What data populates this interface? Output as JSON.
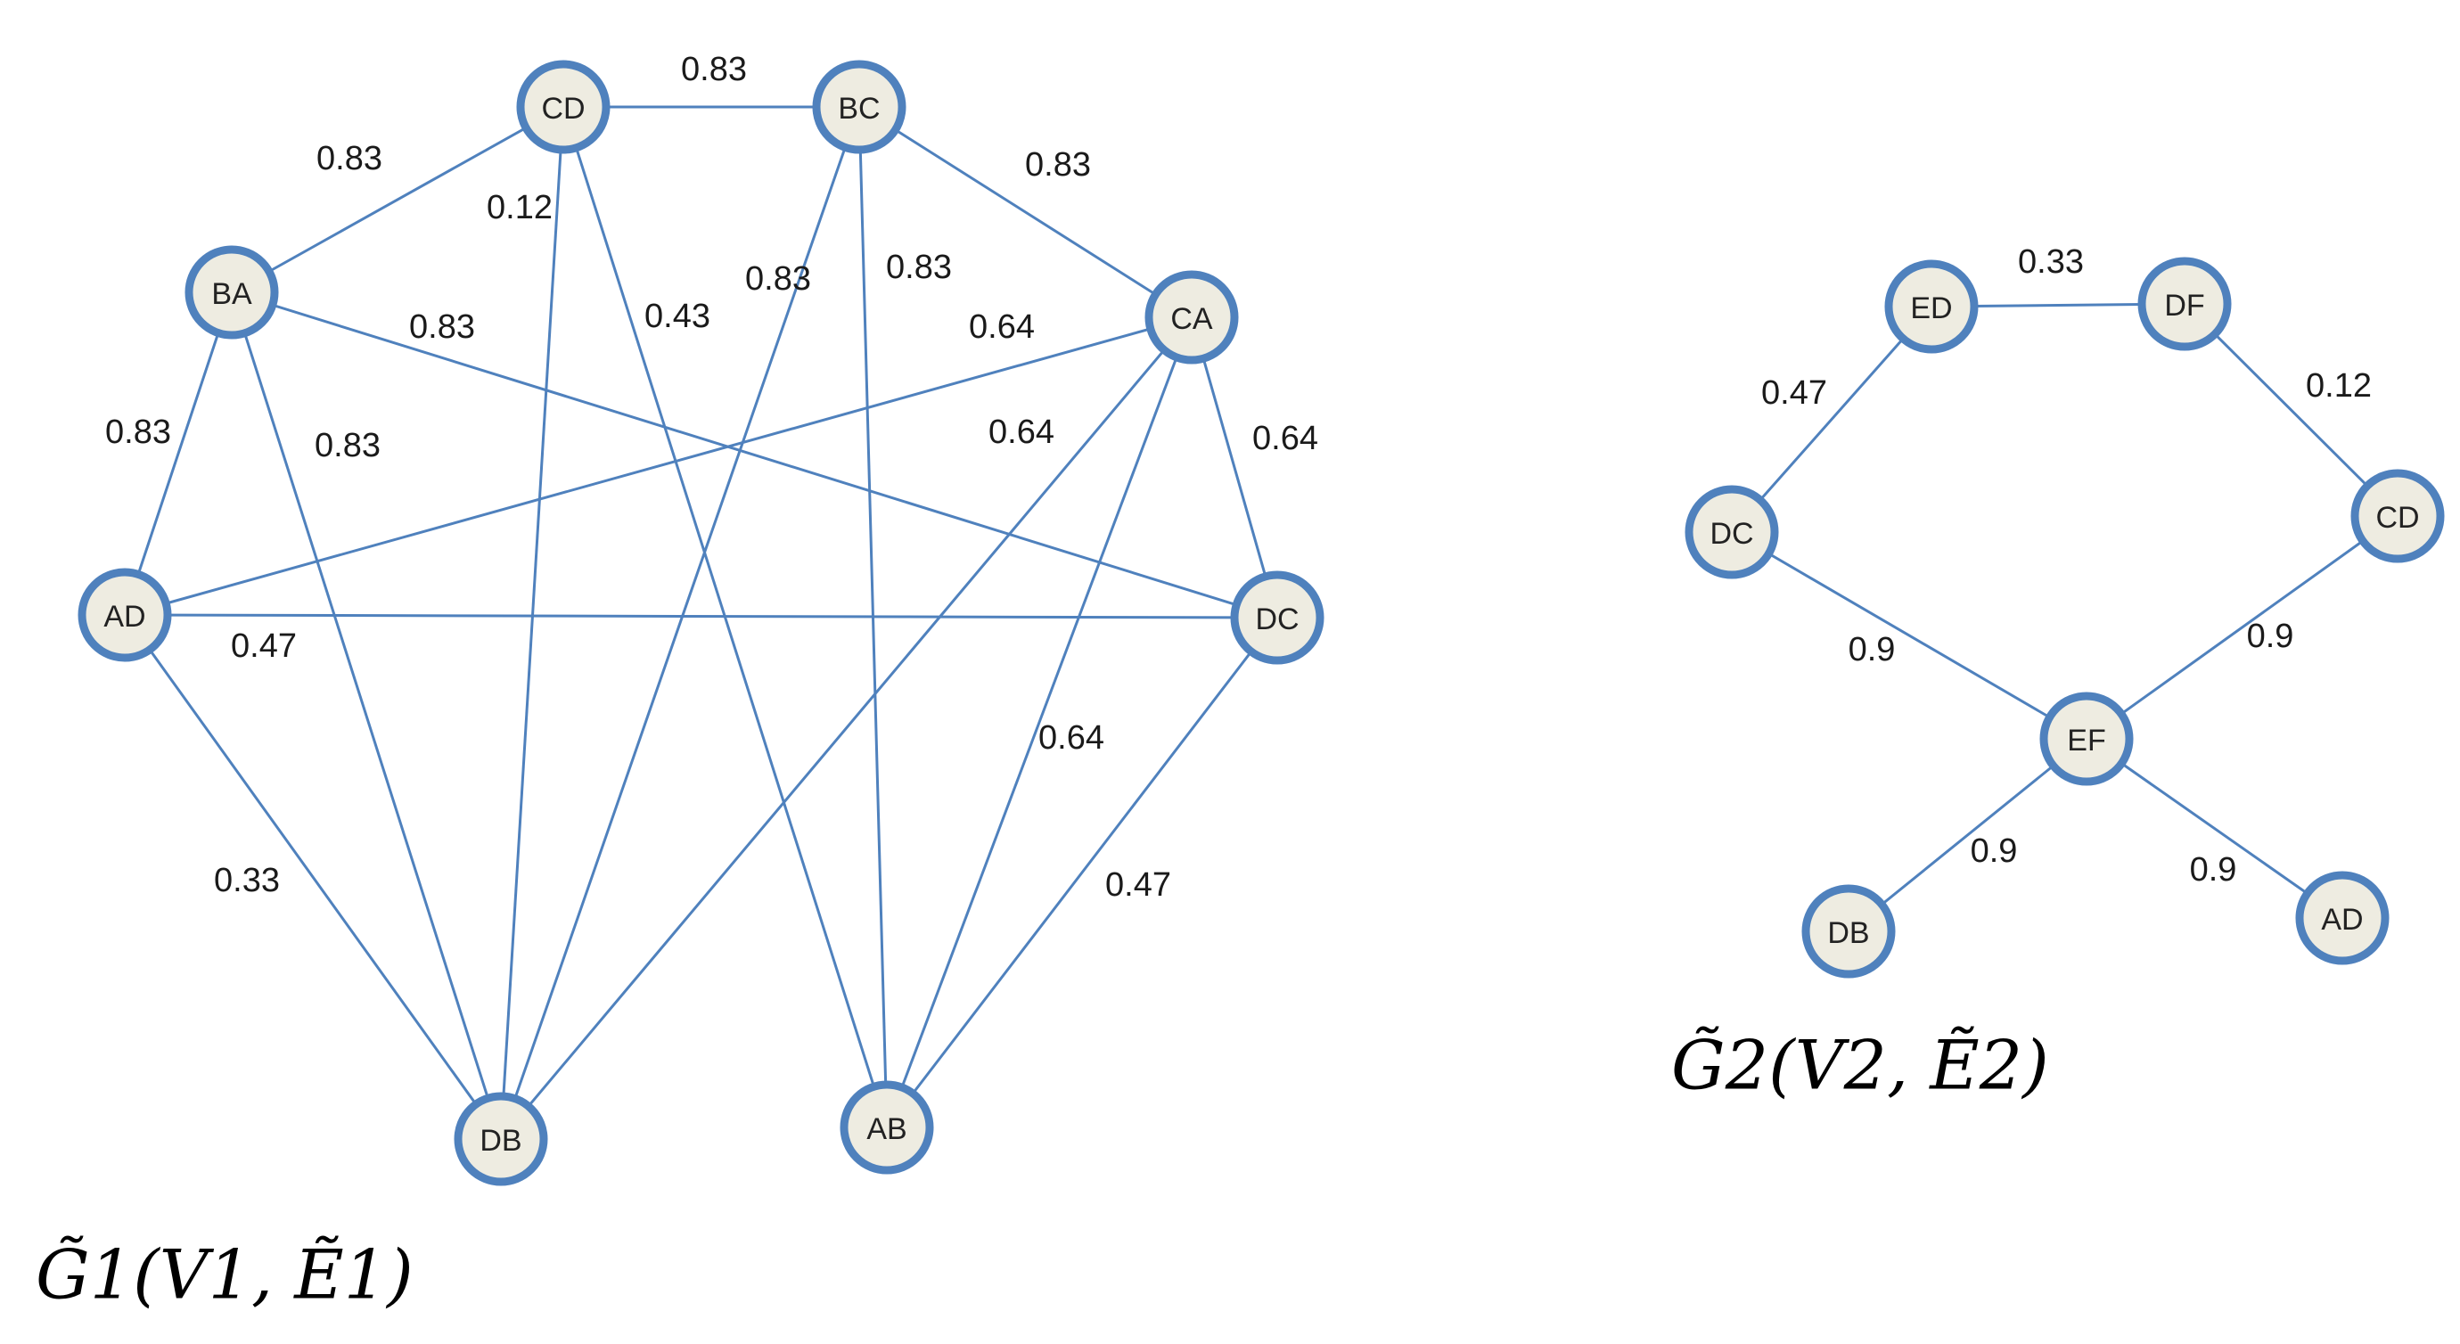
{
  "graphs": [
    {
      "id": "g1",
      "caption": "G̃1(V1, Ẽ1)",
      "nodes": [
        {
          "id": "CD",
          "label": "CD"
        },
        {
          "id": "BC",
          "label": "BC"
        },
        {
          "id": "BA",
          "label": "BA"
        },
        {
          "id": "CA",
          "label": "CA"
        },
        {
          "id": "AD",
          "label": "AD"
        },
        {
          "id": "DC",
          "label": "DC"
        },
        {
          "id": "DB",
          "label": "DB"
        },
        {
          "id": "AB",
          "label": "AB"
        }
      ],
      "edges": [
        {
          "from": "CD",
          "to": "BC",
          "weight": "0.83"
        },
        {
          "from": "CD",
          "to": "BA",
          "weight": "0.83"
        },
        {
          "from": "BC",
          "to": "CA",
          "weight": "0.83"
        },
        {
          "from": "CD",
          "to": "DB",
          "weight": "0.12"
        },
        {
          "from": "CD",
          "to": "AB",
          "weight": "0.43"
        },
        {
          "from": "BC",
          "to": "DB",
          "weight": "0.83"
        },
        {
          "from": "BC",
          "to": "AB",
          "weight": "0.83"
        },
        {
          "from": "BA",
          "to": "DC",
          "weight": "0.83"
        },
        {
          "from": "BA",
          "to": "AD",
          "weight": "0.83"
        },
        {
          "from": "BA",
          "to": "DB",
          "weight": "0.83"
        },
        {
          "from": "CA",
          "to": "AD",
          "weight": "0.64"
        },
        {
          "from": "CA",
          "to": "DB",
          "weight": "0.64"
        },
        {
          "from": "CA",
          "to": "DC",
          "weight": "0.64"
        },
        {
          "from": "CA",
          "to": "AB",
          "weight": "0.64"
        },
        {
          "from": "AD",
          "to": "DC",
          "weight": "0.47"
        },
        {
          "from": "AD",
          "to": "DB",
          "weight": "0.33"
        },
        {
          "from": "DC",
          "to": "AB",
          "weight": "0.47"
        }
      ]
    },
    {
      "id": "g2",
      "caption": "G̃2(V2, Ẽ2)",
      "nodes": [
        {
          "id": "ED",
          "label": "ED"
        },
        {
          "id": "DF",
          "label": "DF"
        },
        {
          "id": "DC",
          "label": "DC"
        },
        {
          "id": "CD",
          "label": "CD"
        },
        {
          "id": "EF",
          "label": "EF"
        },
        {
          "id": "DB",
          "label": "DB"
        },
        {
          "id": "AD",
          "label": "AD"
        }
      ],
      "edges": [
        {
          "from": "ED",
          "to": "DF",
          "weight": "0.33"
        },
        {
          "from": "ED",
          "to": "DC",
          "weight": "0.47"
        },
        {
          "from": "DF",
          "to": "CD",
          "weight": "0.12"
        },
        {
          "from": "DC",
          "to": "EF",
          "weight": "0.9"
        },
        {
          "from": "CD",
          "to": "EF",
          "weight": "0.9"
        },
        {
          "from": "EF",
          "to": "DB",
          "weight": "0.9"
        },
        {
          "from": "EF",
          "to": "AD",
          "weight": "0.9"
        }
      ]
    }
  ]
}
